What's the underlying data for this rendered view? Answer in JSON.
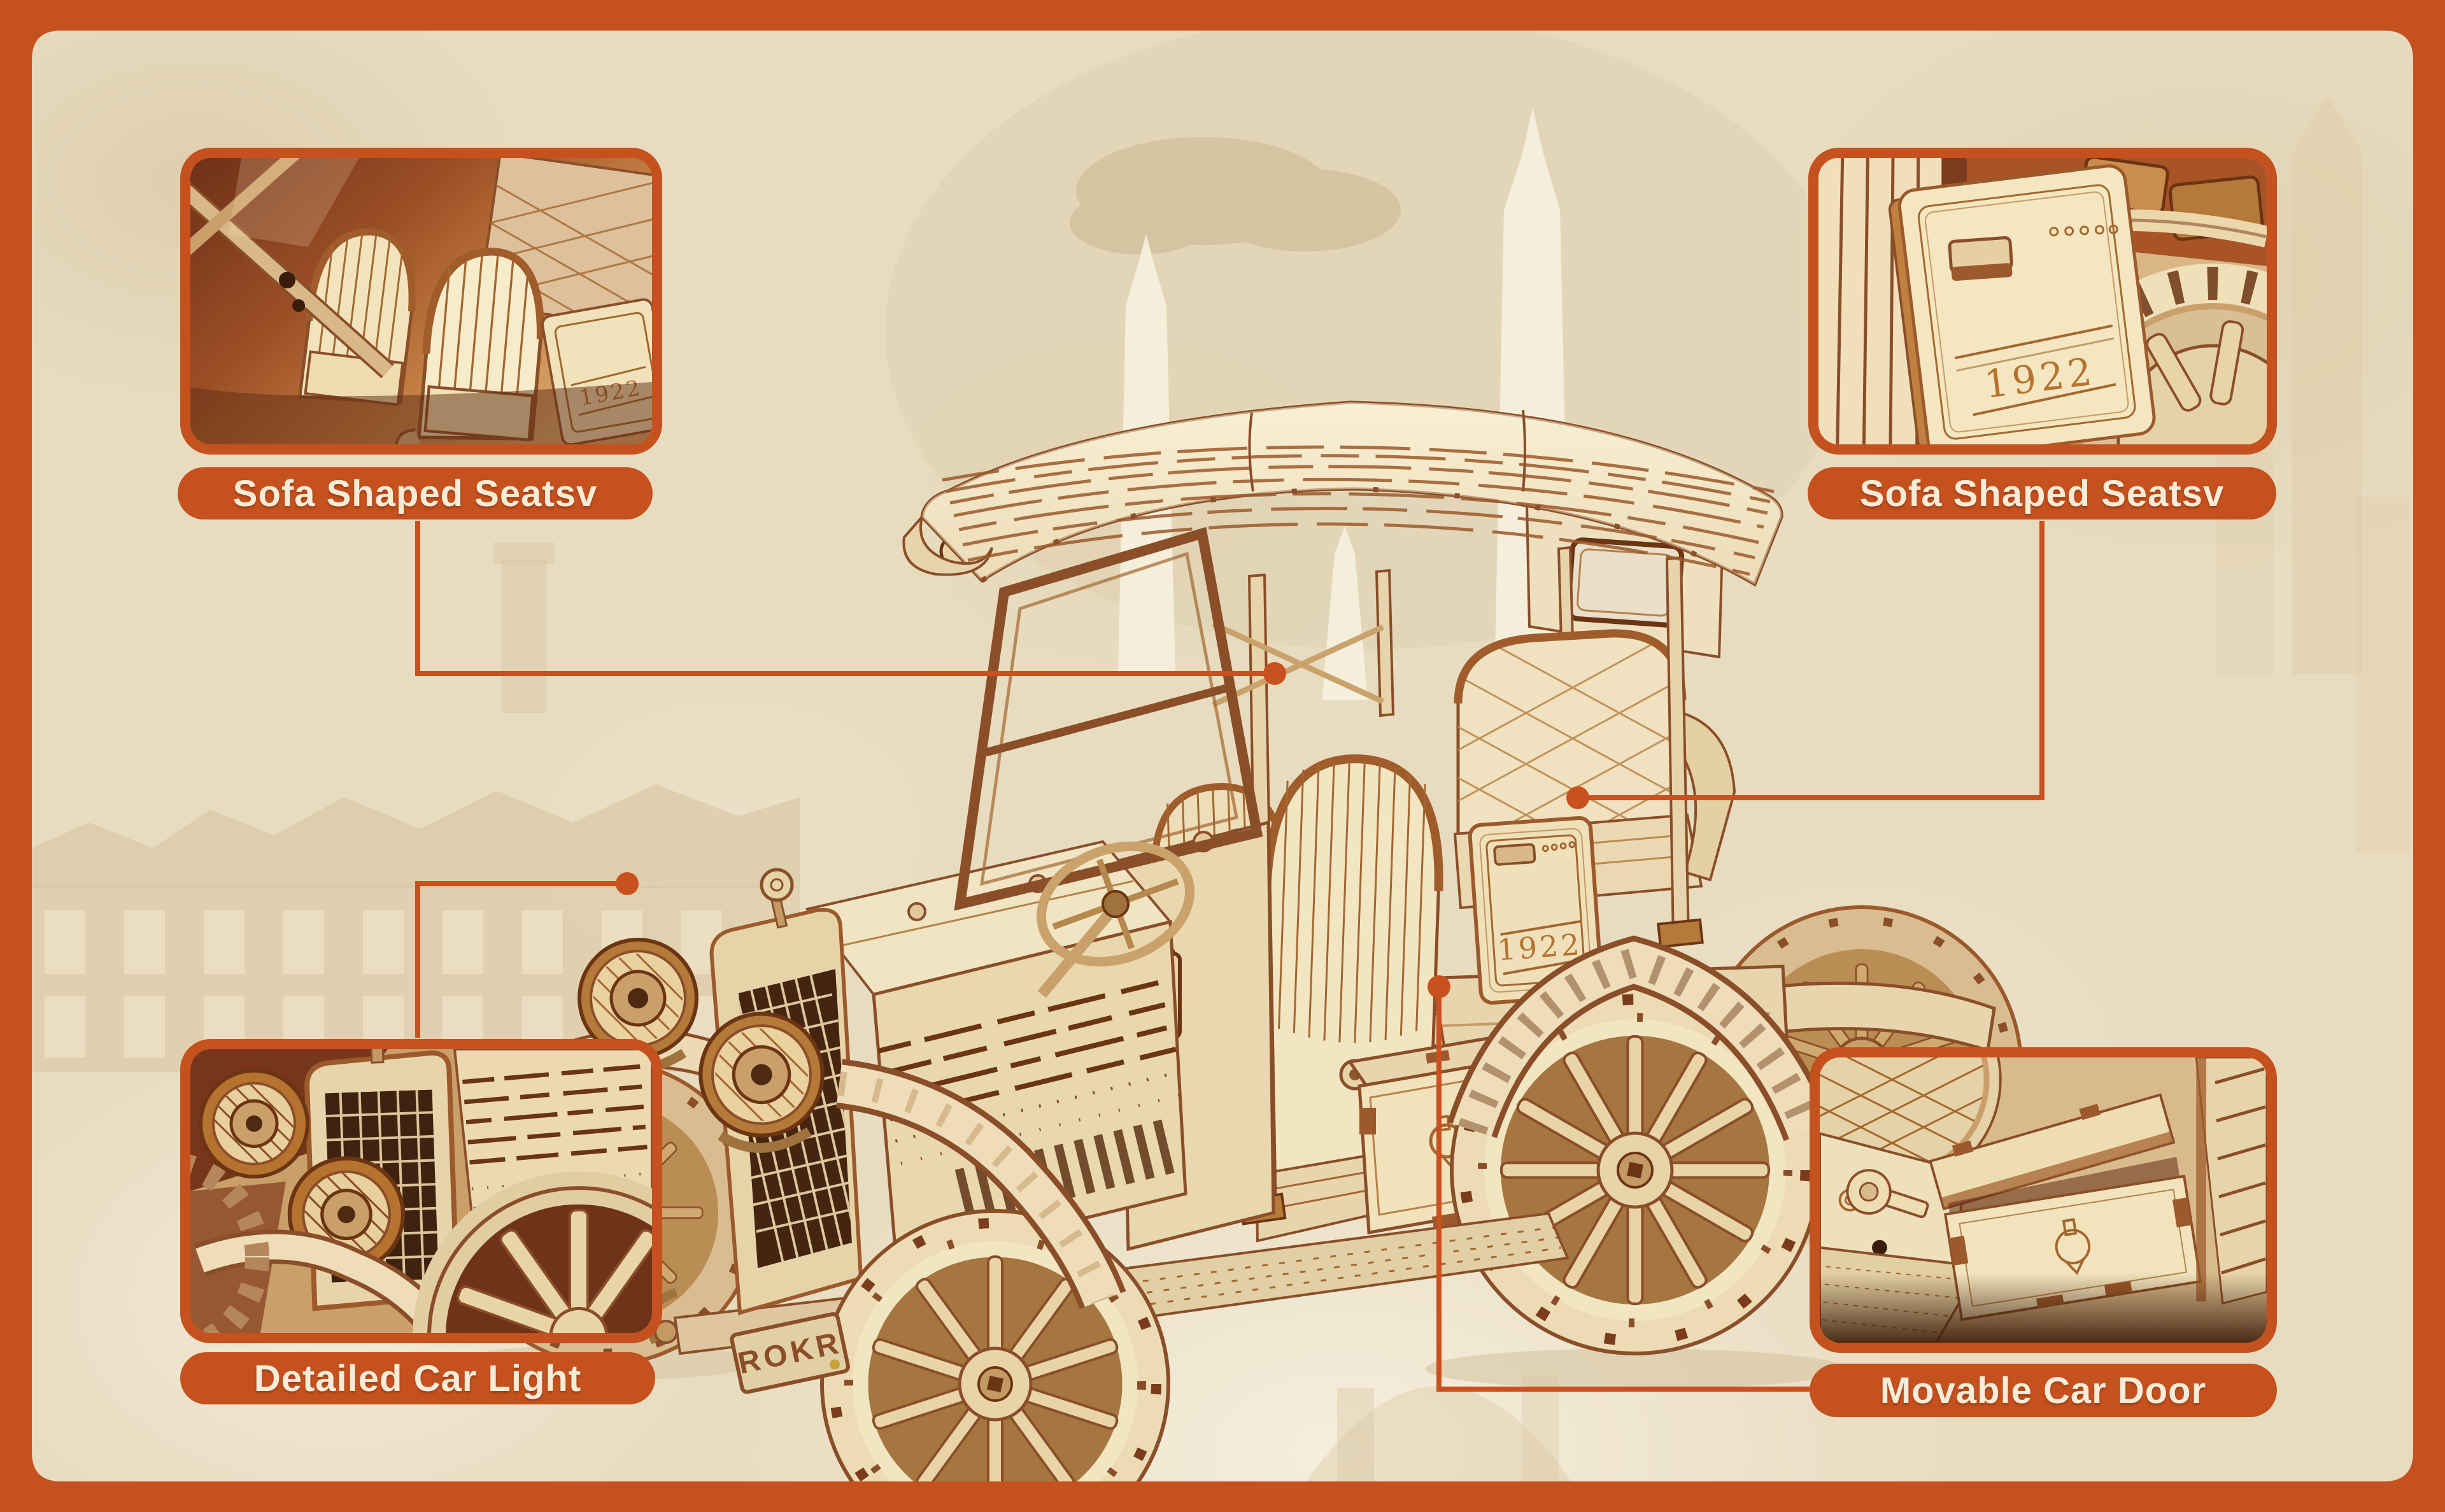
{
  "colors": {
    "accent": "#c5511f",
    "accent_line": "#c8511f",
    "parchment": "#e8dcc0",
    "label_text": "#f6ecd8",
    "wood_light": "#f2e5c2",
    "wood_burnt": "#8a4e28",
    "grille_dark": "#45250f"
  },
  "callouts": {
    "top_left": {
      "label": "Sofa Shaped Seatsv"
    },
    "top_right": {
      "label": "Sofa Shaped Seatsv"
    },
    "bottom_left": {
      "label": "Detailed Car Light"
    },
    "bottom_right": {
      "label": "Movable Car Door"
    }
  },
  "car": {
    "year_plate": "1922",
    "brand_plate": "ROKR"
  }
}
